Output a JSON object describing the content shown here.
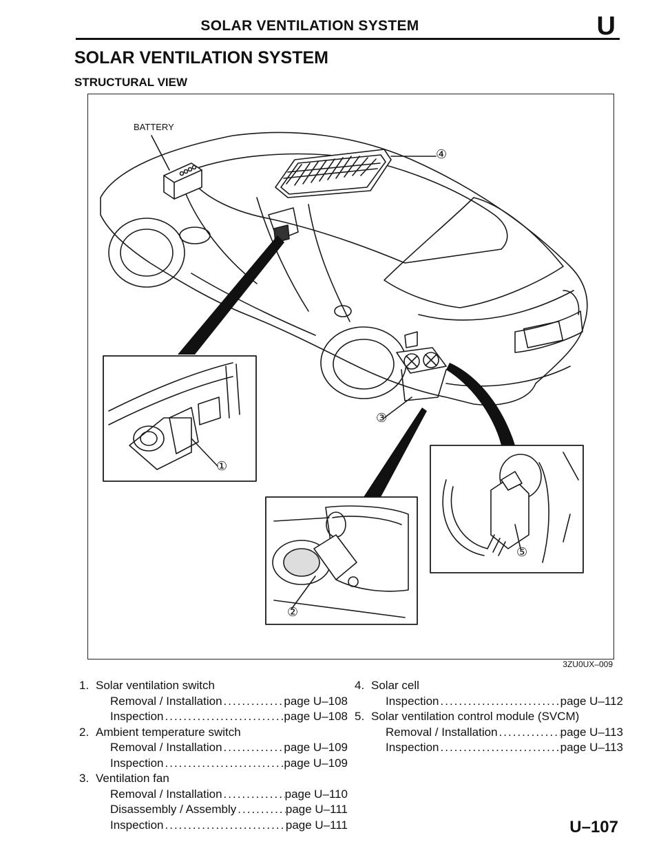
{
  "header": {
    "running_title": "SOLAR VENTILATION SYSTEM",
    "section_letter": "U"
  },
  "title": "SOLAR VENTILATION SYSTEM",
  "subtitle": "STRUCTURAL VIEW",
  "figure": {
    "battery_label": "BATTERY",
    "callouts": [
      "①",
      "②",
      "③",
      "④",
      "⑤"
    ],
    "code": "3ZU0UX–009"
  },
  "legend": {
    "left": [
      {
        "num": "1.",
        "title": "Solar ventilation switch",
        "entries": [
          {
            "label": "Removal / Installation",
            "ref": "page U–108"
          },
          {
            "label": "Inspection",
            "ref": "page U–108"
          }
        ]
      },
      {
        "num": "2.",
        "title": "Ambient temperature switch",
        "entries": [
          {
            "label": "Removal / Installation",
            "ref": "page U–109"
          },
          {
            "label": "Inspection",
            "ref": "page U–109"
          }
        ]
      },
      {
        "num": "3.",
        "title": "Ventilation fan",
        "entries": [
          {
            "label": "Removal / Installation",
            "ref": "page U–110"
          },
          {
            "label": "Disassembly / Assembly",
            "ref": "page U–111"
          },
          {
            "label": "Inspection",
            "ref": "page U–111"
          }
        ]
      }
    ],
    "right": [
      {
        "num": "4.",
        "title": "Solar cell",
        "entries": [
          {
            "label": "Inspection",
            "ref": "page U–112"
          }
        ]
      },
      {
        "num": "5.",
        "title": "Solar ventilation control module (SVCM)",
        "entries": [
          {
            "label": "Removal / Installation",
            "ref": "page U–113"
          },
          {
            "label": "Inspection",
            "ref": "page U–113"
          }
        ]
      }
    ]
  },
  "page_number": "U–107"
}
